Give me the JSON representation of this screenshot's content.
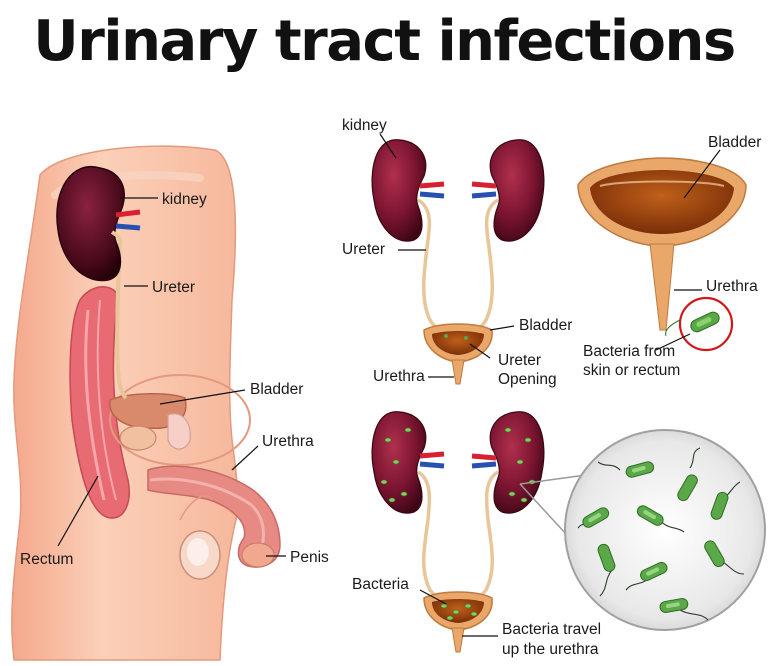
{
  "title": "Urinary tract infections",
  "anatomy_labels": {
    "kidney": "kidney",
    "ureter": "Ureter",
    "bladder": "Bladder",
    "urethra": "Urethra",
    "rectum": "Rectum",
    "penis": "Penis"
  },
  "system_labels": {
    "kidney": "kidney",
    "ureter": "Ureter",
    "bladder": "Bladder",
    "urethra": "Urethra",
    "ureter_opening_line1": "Ureter",
    "ureter_opening_line2": "Opening"
  },
  "bladder_detail_labels": {
    "bladder": "Bladder",
    "urethra": "Urethra",
    "bacteria_line1": "Bacteria from",
    "bacteria_line2": "skin or rectum"
  },
  "infection_labels": {
    "bacteria": "Bacteria",
    "travel_line1": "Bacteria travel",
    "travel_line2": "up the urethra"
  },
  "colors": {
    "skin": "#f8c0a4",
    "kidney": "#7a1430",
    "ureter": "#e8c69a",
    "bladder_wall": "#e9a86a",
    "bladder_inner": "#8c3a0e",
    "bacteria": "#5aa848",
    "artery": "#d92030",
    "vein": "#2850b0",
    "highlight_circle": "#d01818"
  }
}
